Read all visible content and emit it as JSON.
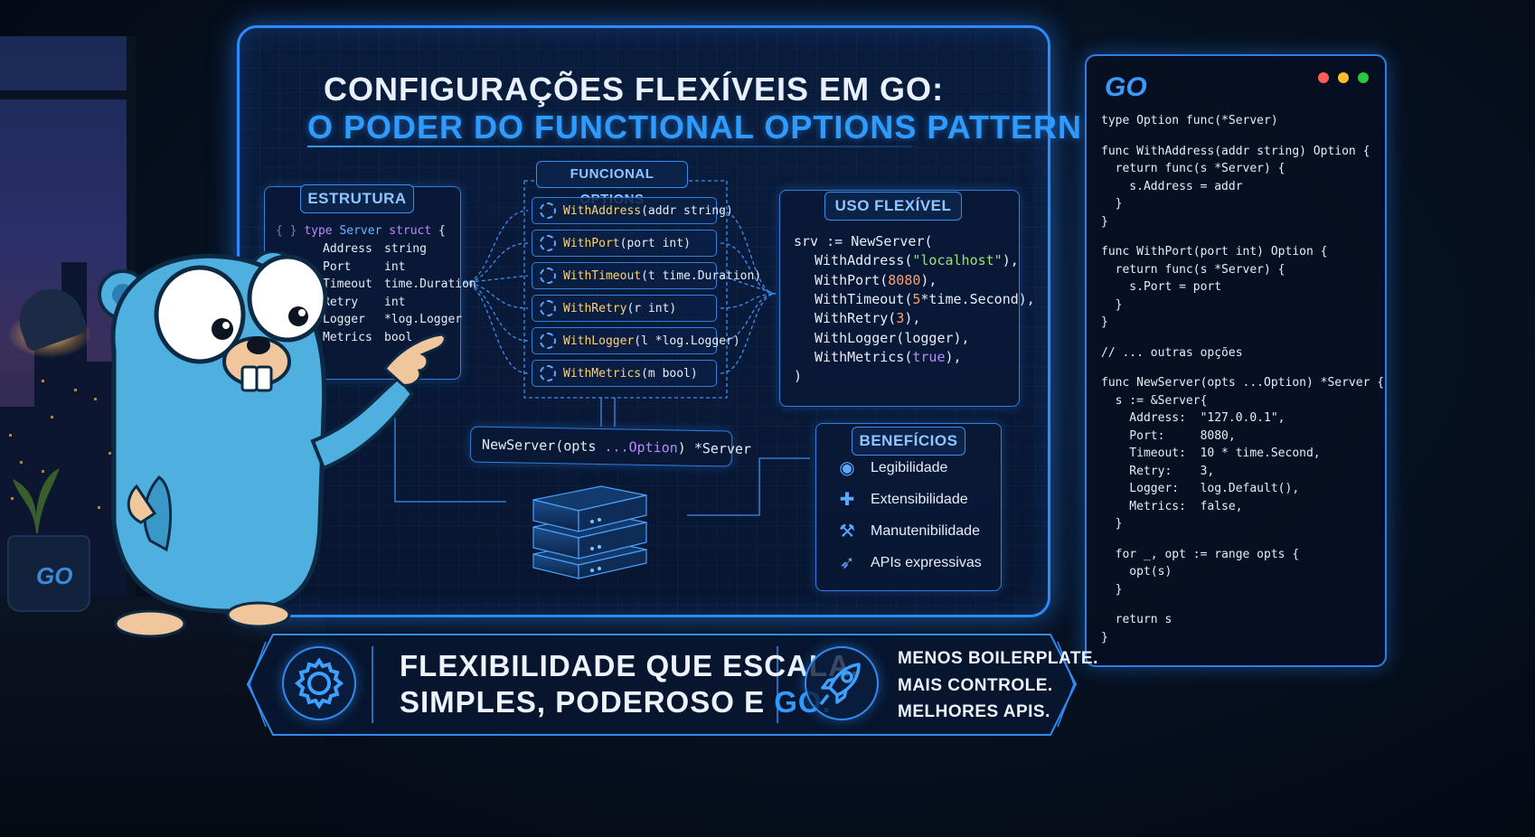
{
  "title": {
    "line1": "CONFIGURAÇÕES FLEXÍVEIS EM GO:",
    "line2": "O PODER DO FUNCTIONAL OPTIONS PATTERN"
  },
  "estrutura": {
    "tag": "ESTRUTURA",
    "header": {
      "brace": "{ }",
      "kw": "type",
      "name": "Server",
      "kw2": "struct",
      "open": "{"
    },
    "fields": [
      {
        "name": "Address",
        "type": "string"
      },
      {
        "name": "Port",
        "type": "int"
      },
      {
        "name": "Timeout",
        "type": "time.Duration"
      },
      {
        "name": "Retry",
        "type": "int"
      },
      {
        "name": "Logger",
        "type": "*log.Logger"
      },
      {
        "name": "Metrics",
        "type": "bool"
      }
    ]
  },
  "funcional": {
    "tag": "FUNCIONAL OPTIONS",
    "options": [
      {
        "fn": "WithAddress",
        "args": "(addr string)"
      },
      {
        "fn": "WithPort",
        "args": "(port int)"
      },
      {
        "fn": "WithTimeout",
        "args": "(t time.Duration)"
      },
      {
        "fn": "WithRetry",
        "args": "(r int)"
      },
      {
        "fn": "WithLogger",
        "args": "(l *log.Logger)"
      },
      {
        "fn": "WithMetrics",
        "args": "(m bool)"
      }
    ]
  },
  "newserver": {
    "name": "NewServer(opts ",
    "variadic": "...Option",
    "ret": ") *Server"
  },
  "uso": {
    "tag": "USO FLEXÍVEL",
    "lines": [
      {
        "a": "srv := NewServer(",
        "b": "",
        "c": ""
      },
      {
        "a": "WithAddress(",
        "b": "\"localhost\"",
        "c": "),"
      },
      {
        "a": "WithPort(",
        "b": "8080",
        "c": "),"
      },
      {
        "a": "WithTimeout(",
        "b": "5",
        "c": "*time.Second),"
      },
      {
        "a": "WithRetry(",
        "b": "3",
        "c": "),"
      },
      {
        "a": "WithLogger(logger),",
        "b": "",
        "c": ""
      },
      {
        "a": "WithMetrics(",
        "b": "true",
        "c": "),"
      },
      {
        "a": ")",
        "b": "",
        "c": ""
      }
    ]
  },
  "beneficios": {
    "tag": "BENEFÍCIOS",
    "items": [
      {
        "icon": "eye-icon",
        "label": "Legibilidade"
      },
      {
        "icon": "puzzle-icon",
        "label": "Extensibilidade"
      },
      {
        "icon": "wrench-icon",
        "label": "Manutenibilidade"
      },
      {
        "icon": "rocket-icon",
        "label": "APIs expressivas"
      }
    ]
  },
  "codewindow": {
    "logo": "GO",
    "dots": [
      "#ff5f57",
      "#febc2e",
      "#28c840"
    ],
    "lines": [
      "type Option func(*Server)",
      "",
      "func WithAddress(addr string) Option {",
      "  return func(s *Server) {",
      "    s.Address = addr",
      "  }",
      "}",
      "",
      "func WithPort(port int) Option {",
      "  return func(s *Server) {",
      "    s.Port = port",
      "  }",
      "}",
      "",
      "// ... outras opções",
      "",
      "func NewServer(opts ...Option) *Server {",
      "  s := &Server{",
      "    Address:  \"127.0.0.1\",",
      "    Port:     8080,",
      "    Timeout:  10 * time.Second,",
      "    Retry:    3,",
      "    Logger:   log.Default(),",
      "    Metrics:  false,",
      "  }",
      "",
      "  for _, opt := range opts {",
      "    opt(s)",
      "  }",
      "",
      "  return s",
      "}"
    ]
  },
  "banner": {
    "line1": "FLEXIBILIDADE QUE ESCALA.",
    "line2a": "SIMPLES, PODEROSO E ",
    "line2b": "GO.",
    "side": [
      "MENOS BOILERPLATE.",
      "MAIS CONTROLE.",
      "MELHORES APIS."
    ]
  },
  "mug_label": "GO",
  "colors": {
    "accent": "#2f9bff",
    "keyword": "#c087ff",
    "type": "#6fb6ff",
    "func": "#ffd36b",
    "string": "#9be37c",
    "number": "#ff9f6b"
  }
}
